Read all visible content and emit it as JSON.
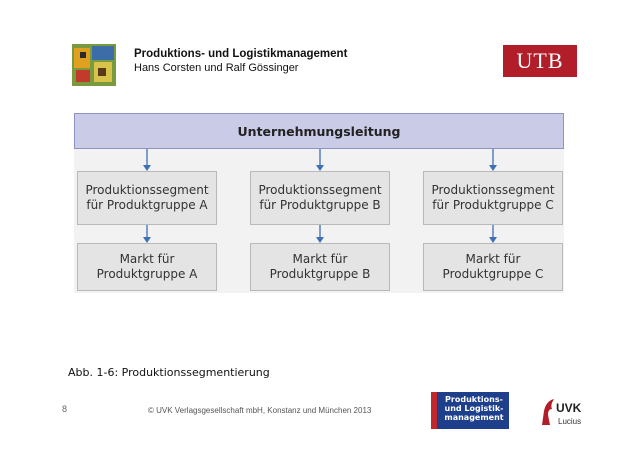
{
  "header": {
    "title": "Produktions- und Logistikmanagement",
    "authors": "Hans Corsten und Ralf Gössinger",
    "publisher_logo": "UTB"
  },
  "diagram": {
    "top": "Unternehmungsleitung",
    "segments": [
      {
        "line1": "Produktionssegment",
        "line2": "für Produktgruppe A"
      },
      {
        "line1": "Produktionssegment",
        "line2": "für Produktgruppe B"
      },
      {
        "line1": "Produktionssegment",
        "line2": "für Produktgruppe C"
      }
    ],
    "markets": [
      {
        "line1": "Markt für",
        "line2": "Produktgruppe A"
      },
      {
        "line1": "Markt für",
        "line2": "Produktgruppe B"
      },
      {
        "line1": "Markt für",
        "line2": "Produktgruppe C"
      }
    ],
    "arrow_color": "#3d6fb6"
  },
  "caption": "Abb. 1-6: Produktionssegmentierung",
  "footer": {
    "page_number": "8",
    "copyright": "© UVK Verlagsgesellschaft mbH, Konstanz und München 2013",
    "book_label": "Produktions- und Logistik- management",
    "uvk_logo": "UVK",
    "uvk_sub": "Lucius"
  }
}
